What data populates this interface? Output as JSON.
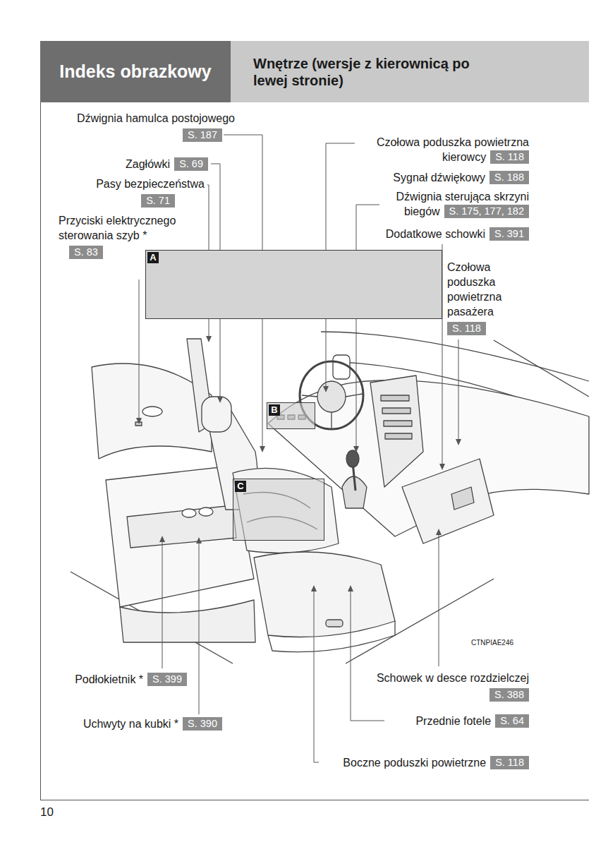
{
  "diagram": {
    "title": "Indeks obrazkowy",
    "nodes": [
      {
        "text": [
          "Indeks obrazkowy"
        ]
      },
      {
        "text": [
          "Wnętrze (wersje z kierownicą po lewej stronie)"
        ]
      },
      {
        "text": [
          "Dźwignia hamulca postojowego",
          "S. 187"
        ]
      },
      {
        "text": [
          "Zagłówki",
          "S. 69"
        ]
      },
      {
        "text": [
          "Pasy bezpieczeństwa",
          "S. 71"
        ]
      },
      {
        "text": [
          "Przyciski elektrycznego sterowania szyb *",
          "S. 83"
        ]
      },
      {
        "text": [
          "Czołowa poduszka powietrzna kierowcy",
          "S. 118"
        ]
      },
      {
        "text": [
          "Sygnał dźwiękowy",
          "S. 188"
        ]
      },
      {
        "text": [
          "Dźwignia sterująca skrzyni biegów",
          "S. 175, 177, 182"
        ]
      },
      {
        "text": [
          "Dodatkowe schowki",
          "S. 391"
        ]
      },
      {
        "text": [
          "Czołowa poduszka powietrzna pasażera",
          "S. 118"
        ]
      },
      {
        "text": [
          "A"
        ]
      },
      {
        "text": [
          "B"
        ]
      },
      {
        "text": [
          "C"
        ]
      },
      {
        "text": [
          "Podłokietnik *",
          "S. 399"
        ]
      },
      {
        "text": [
          "Uchwyty na kubki *",
          "S. 390"
        ]
      },
      {
        "text": [
          "Schowek w desce rozdzielczej",
          "S. 388"
        ]
      },
      {
        "text": [
          "Przednie fotele",
          "S. 64"
        ]
      },
      {
        "text": [
          "Boczne poduszki powietrzne",
          "S. 118"
        ]
      }
    ],
    "labels": [
      "CTNPIAE246",
      "10"
    ]
  }
}
